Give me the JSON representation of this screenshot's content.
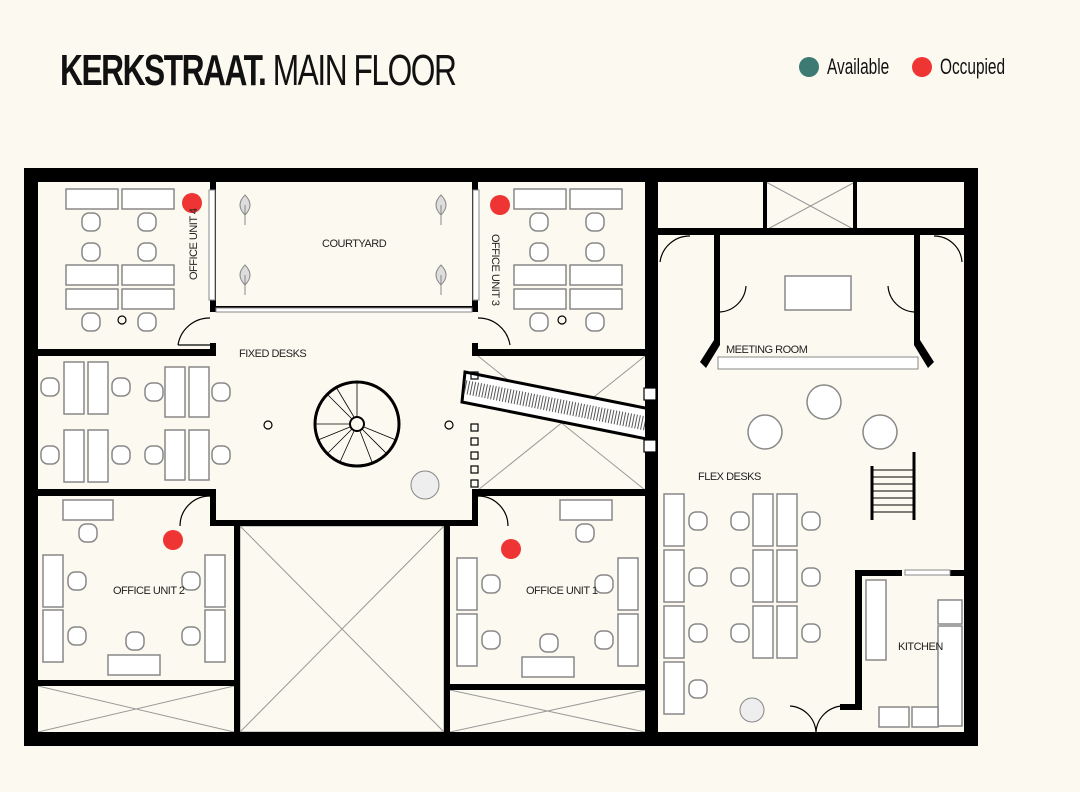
{
  "header": {
    "title_bold": "KERKSTRAAT.",
    "title_light": " MAIN FLOOR"
  },
  "legend": [
    {
      "label": "Available",
      "color": "#3d7a74"
    },
    {
      "label": "Occupied",
      "color": "#ef3434"
    }
  ],
  "rooms": {
    "office4": "OFFICE UNIT 4",
    "office3": "OFFICE UNIT 3",
    "office2": "OFFICE UNIT 2",
    "office1": "OFFICE UNIT 1",
    "courtyard": "COURTYARD",
    "fixed": "FIXED DESKS",
    "meeting": "MEETING ROOM",
    "flex": "FLEX DESKS",
    "kitchen": "KITCHEN"
  },
  "status": {
    "office4": "Occupied",
    "office3": "Occupied",
    "office2": "Occupied",
    "office1": "Occupied"
  },
  "colors": {
    "wall": "#000000",
    "floor": "#fcfaf0",
    "furniture": "#8a8a8a"
  }
}
